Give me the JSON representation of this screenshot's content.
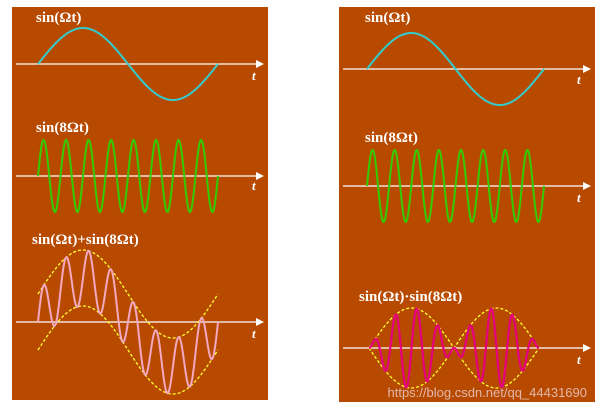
{
  "left_panel": {
    "labels": [
      "sin(Ωt)",
      "sin(8Ωt)",
      "sin(Ωt)+sin(8Ωt)"
    ],
    "axis_label": "t"
  },
  "right_panel": {
    "labels": [
      "sin(Ωt)",
      "sin(8Ωt)",
      "sin(Ωt)·sin(8Ωt)"
    ],
    "axis_label": "t"
  },
  "watermark": "https://blog.csdn.net/qq_44431690",
  "colors": {
    "background": "#b84a00",
    "modulating_wave": "#33cccc",
    "carrier_wave": "#33cc00",
    "sum_wave": "#f2a8c0",
    "product_wave": "#e6007e",
    "envelope": "#ffff33",
    "axis": "#ffffff"
  }
}
